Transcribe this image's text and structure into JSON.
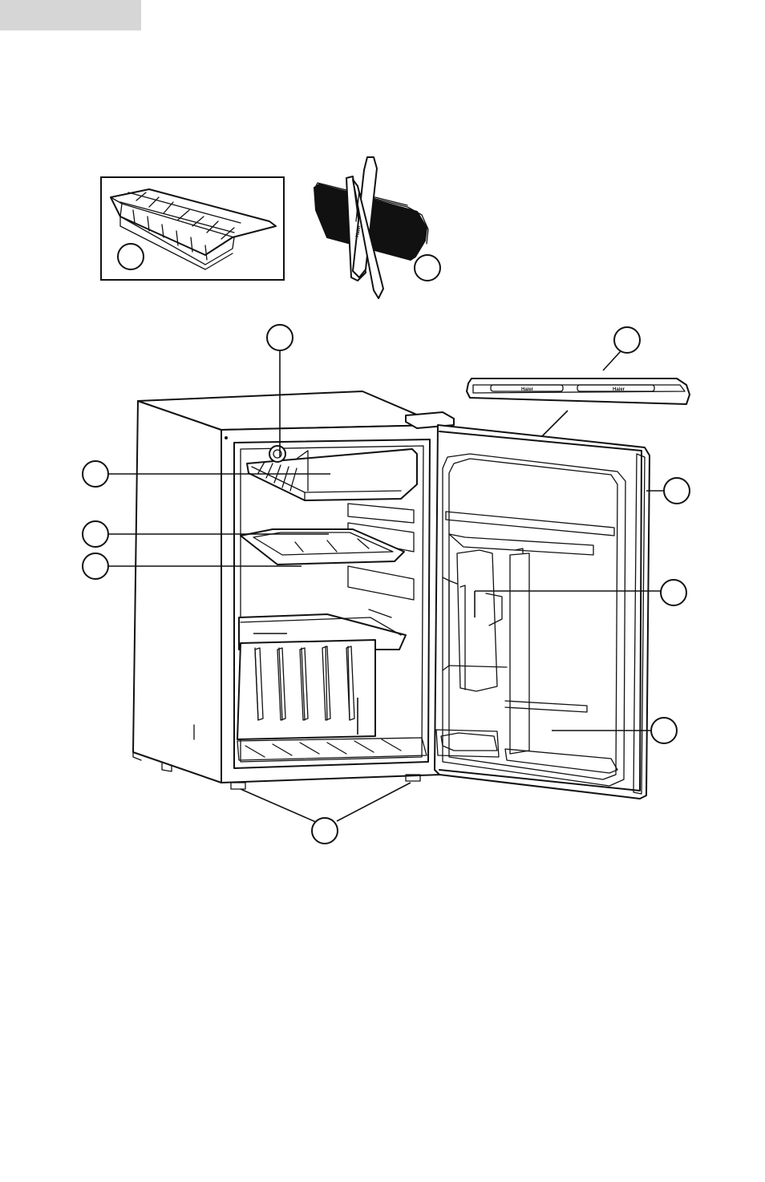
{
  "page": {
    "header_tab_color": "#d6d6d6",
    "line_color": "#111111"
  },
  "accessories": {
    "ice_tray_box": {
      "icon": "ice-cube-tray-icon"
    },
    "scraper": {
      "icon": "ice-scraper-icon",
      "imprint": "Haier"
    }
  },
  "door_bar": {
    "brand_left": "Haier",
    "brand_right": "Haier"
  },
  "callouts": [
    {
      "id": "callout-ice-tray",
      "label": ""
    },
    {
      "id": "callout-scraper",
      "label": ""
    },
    {
      "id": "callout-thermostat",
      "label": ""
    },
    {
      "id": "callout-door-bar",
      "label": ""
    },
    {
      "id": "callout-freezer",
      "label": ""
    },
    {
      "id": "callout-drip-tray",
      "label": ""
    },
    {
      "id": "callout-shelf",
      "label": ""
    },
    {
      "id": "callout-door-gasket",
      "label": ""
    },
    {
      "id": "callout-can-dispenser",
      "label": ""
    },
    {
      "id": "callout-door-bins",
      "label": ""
    },
    {
      "id": "callout-leveling-legs",
      "label": ""
    }
  ]
}
